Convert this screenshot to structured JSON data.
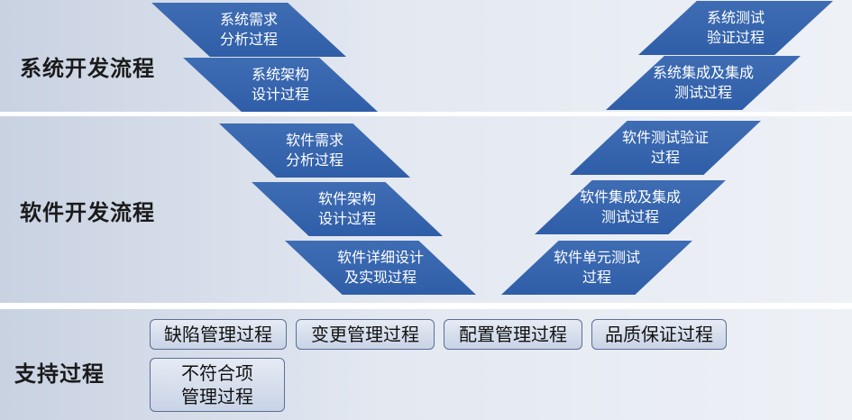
{
  "bands": {
    "system": {
      "label": "系统开发流程"
    },
    "software": {
      "label": "软件开发流程"
    },
    "support": {
      "label": "支持过程"
    }
  },
  "system_left": [
    {
      "text": "系统需求\n分析过程"
    },
    {
      "text": "系统架构\n设计过程"
    }
  ],
  "system_right": [
    {
      "text": "系统测试\n验证过程"
    },
    {
      "text": "系统集成及集成\n测试过程"
    }
  ],
  "software_left": [
    {
      "text": "软件需求\n分析过程"
    },
    {
      "text": "软件架构\n设计过程"
    },
    {
      "text": "软件详细设计\n及实现过程"
    }
  ],
  "software_right": [
    {
      "text": "软件测试验证\n过程"
    },
    {
      "text": "软件集成及集成\n测试过程"
    },
    {
      "text": "软件单元测试\n过程"
    }
  ],
  "support_items": [
    {
      "text": "缺陷管理过程"
    },
    {
      "text": "变更管理过程"
    },
    {
      "text": "配置管理过程"
    },
    {
      "text": "品质保证过程"
    },
    {
      "text": "不符合项\n管理过程"
    }
  ],
  "colors": {
    "shape_fill": "#2f5ea8",
    "band_bg": "#dfe5ef"
  }
}
